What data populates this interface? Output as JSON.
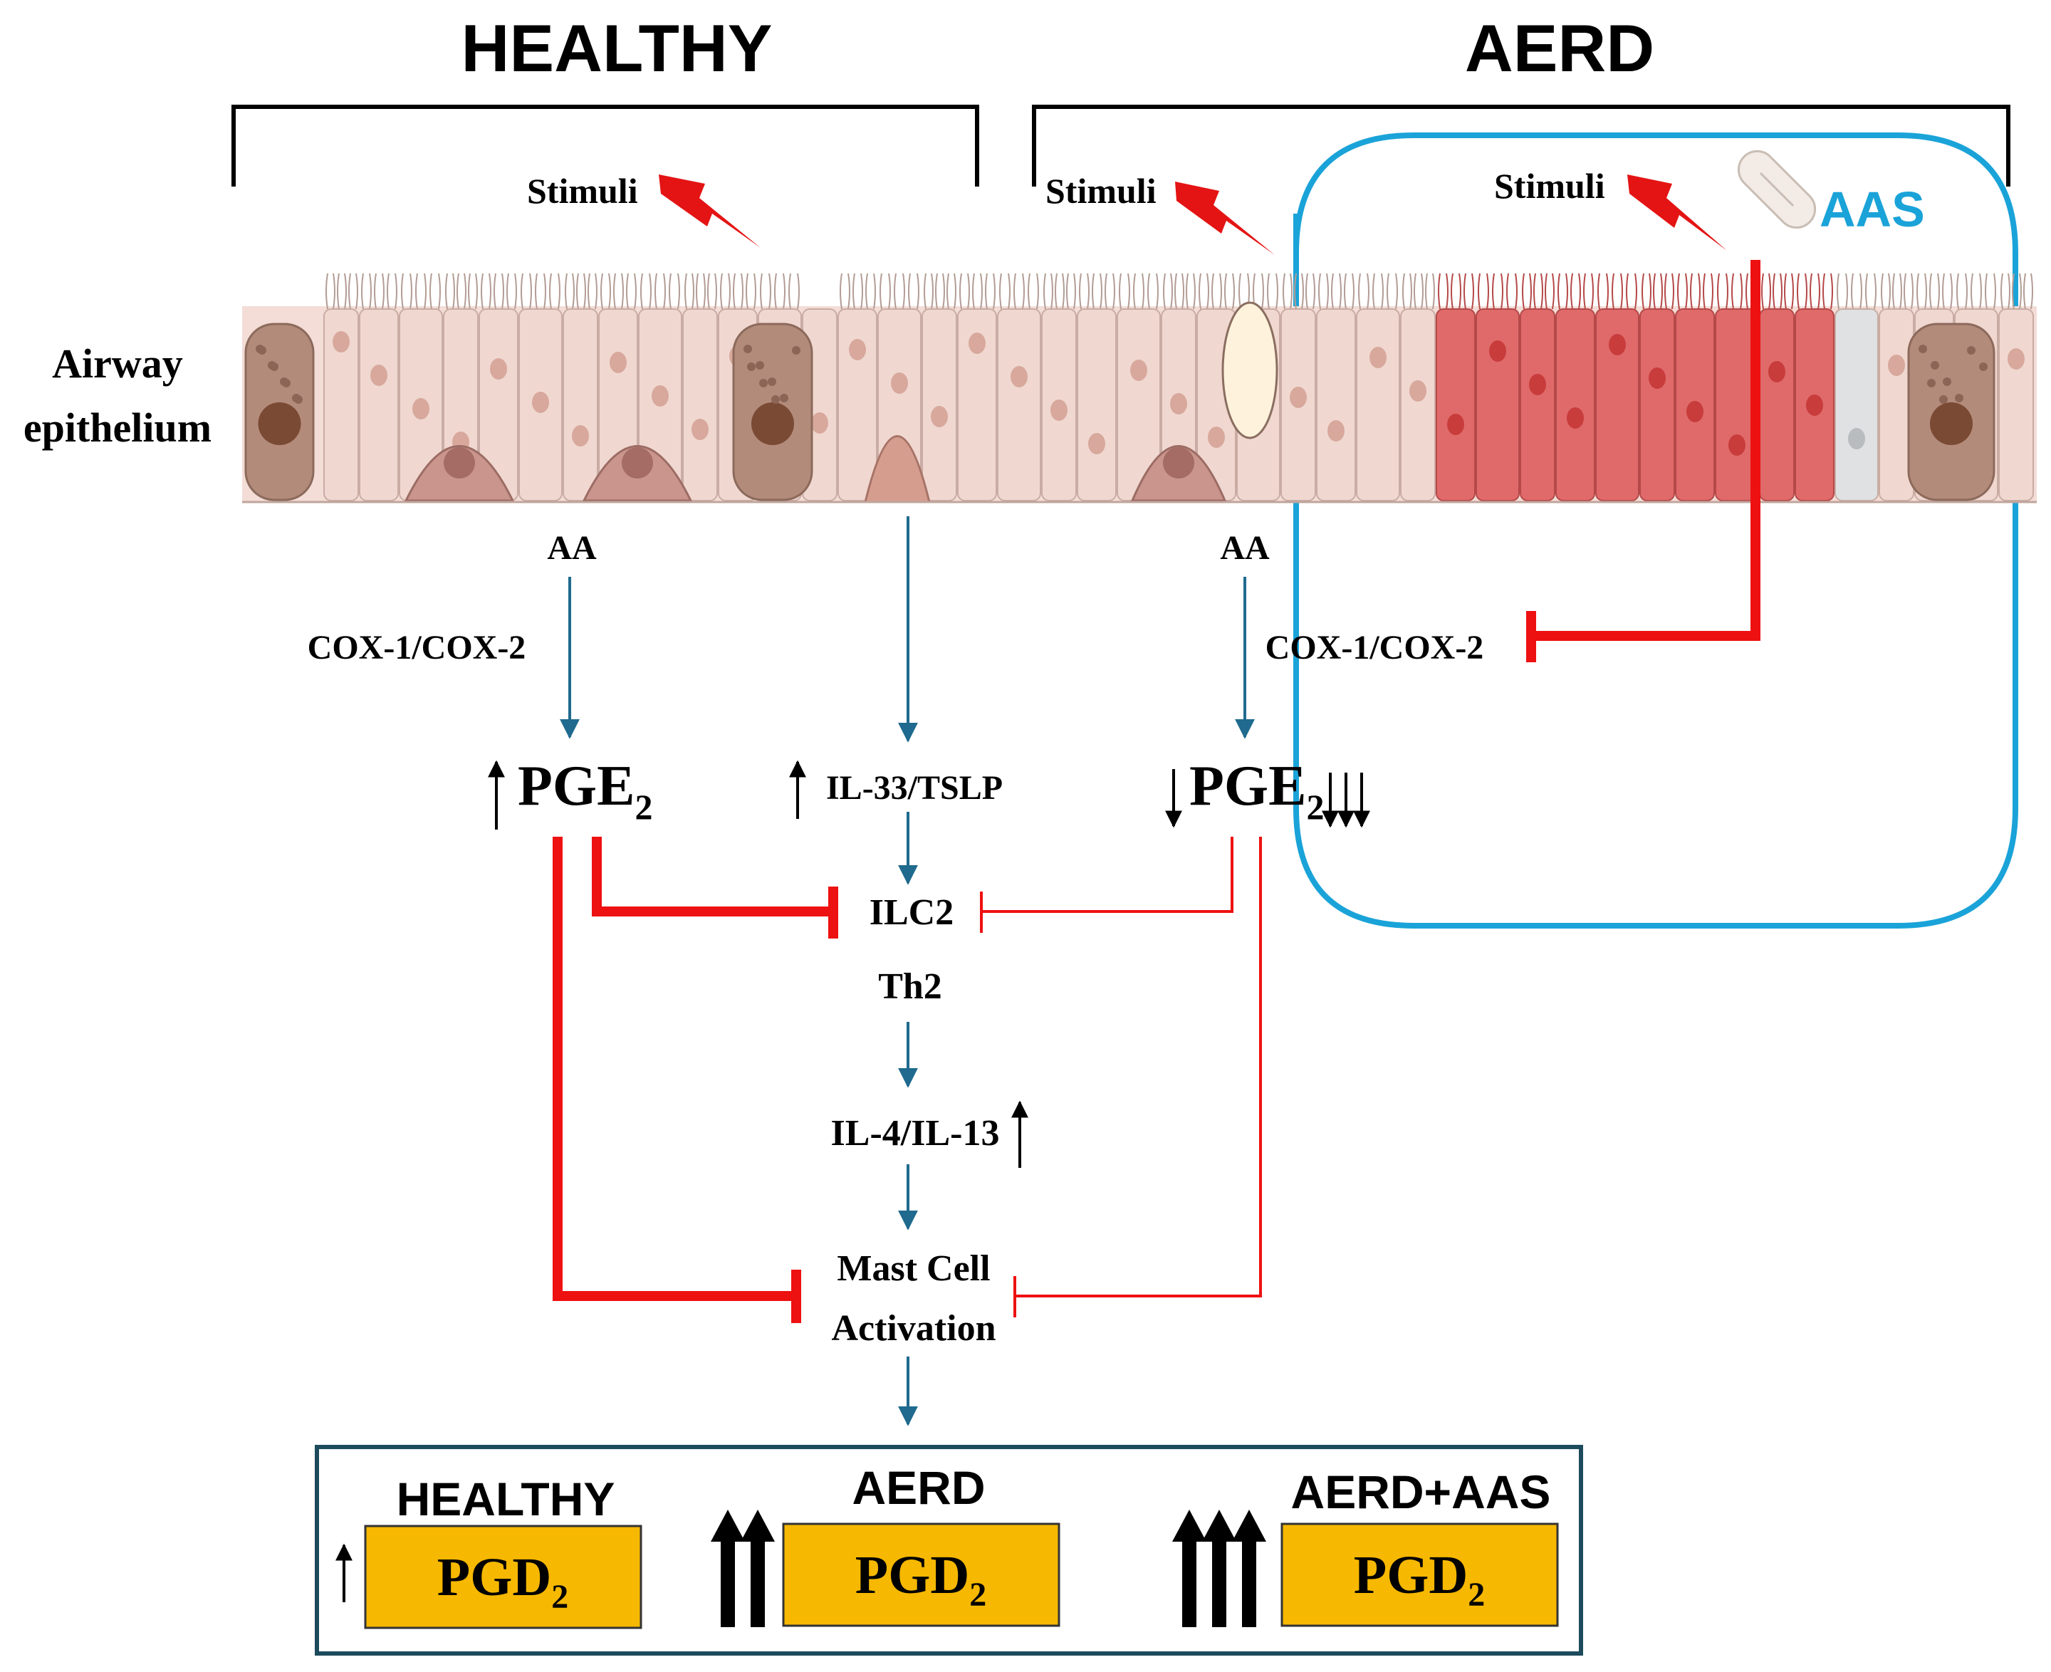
{
  "headers": {
    "healthy": "HEALTHY",
    "aerd": "AERD"
  },
  "tissue_label": {
    "line1": "Airway",
    "line2": "epithelium"
  },
  "stimuli": {
    "healthy": "Stimuli",
    "aerd": "Stimuli",
    "aerd_aas": "Stimuli"
  },
  "drug": {
    "label": "AAS"
  },
  "pathway": {
    "aa_left": "AA",
    "aa_right": "AA",
    "cox_left": "COX-1/COX-2",
    "cox_right": "COX-1/COX-2",
    "pge_left": "PGE",
    "pge_right": "PGE",
    "pge_subscript": "2",
    "il33": "IL-33/TSLP",
    "ilc2": "ILC2",
    "th2": "Th2",
    "il4": "IL-4/IL-13",
    "mast_line1": "Mast Cell",
    "mast_line2": "Activation"
  },
  "outcomes": [
    {
      "label": "HEALTHY",
      "product": "PGD",
      "subscript": "2",
      "arrow_count": 1
    },
    {
      "label": "AERD",
      "product": "PGD",
      "subscript": "2",
      "arrow_count": 2
    },
    {
      "label": "AERD+AAS",
      "product": "PGD",
      "subscript": "2",
      "arrow_count": 3
    }
  ],
  "colors": {
    "inhibition": "#ee1111",
    "flow_arrow": "#1f6a8e",
    "aas_box": "#1aa3d8",
    "pgd_box": "#f6b800",
    "outcome_border": "#1d4b5c",
    "stimuli_bolt": "#e41414",
    "inflamed_cells": "#e06a6a"
  }
}
